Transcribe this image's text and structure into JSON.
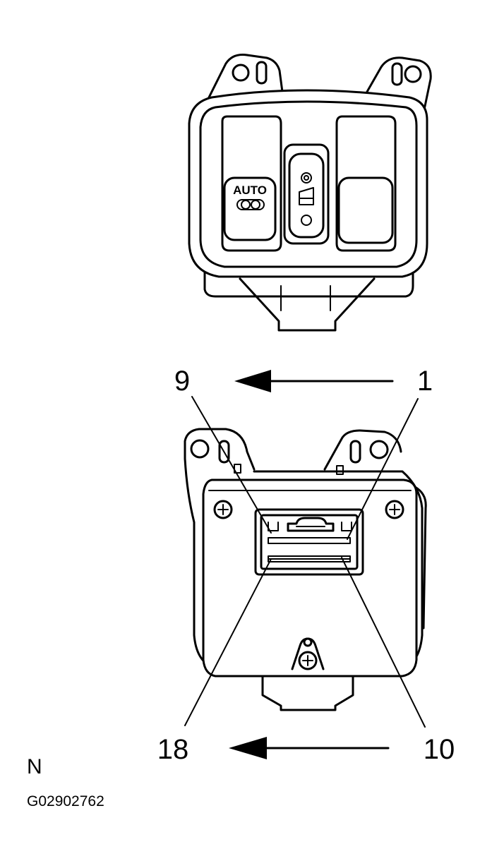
{
  "switch": {
    "button_label": "AUTO"
  },
  "connector": {
    "pins": {
      "top_left": "9",
      "top_right": "1",
      "bottom_left": "18",
      "bottom_right": "10"
    }
  },
  "caption": {
    "view_letter": "N",
    "figure_code": "G02902762"
  },
  "colors": {
    "line": "#000000",
    "background": "#ffffff"
  }
}
